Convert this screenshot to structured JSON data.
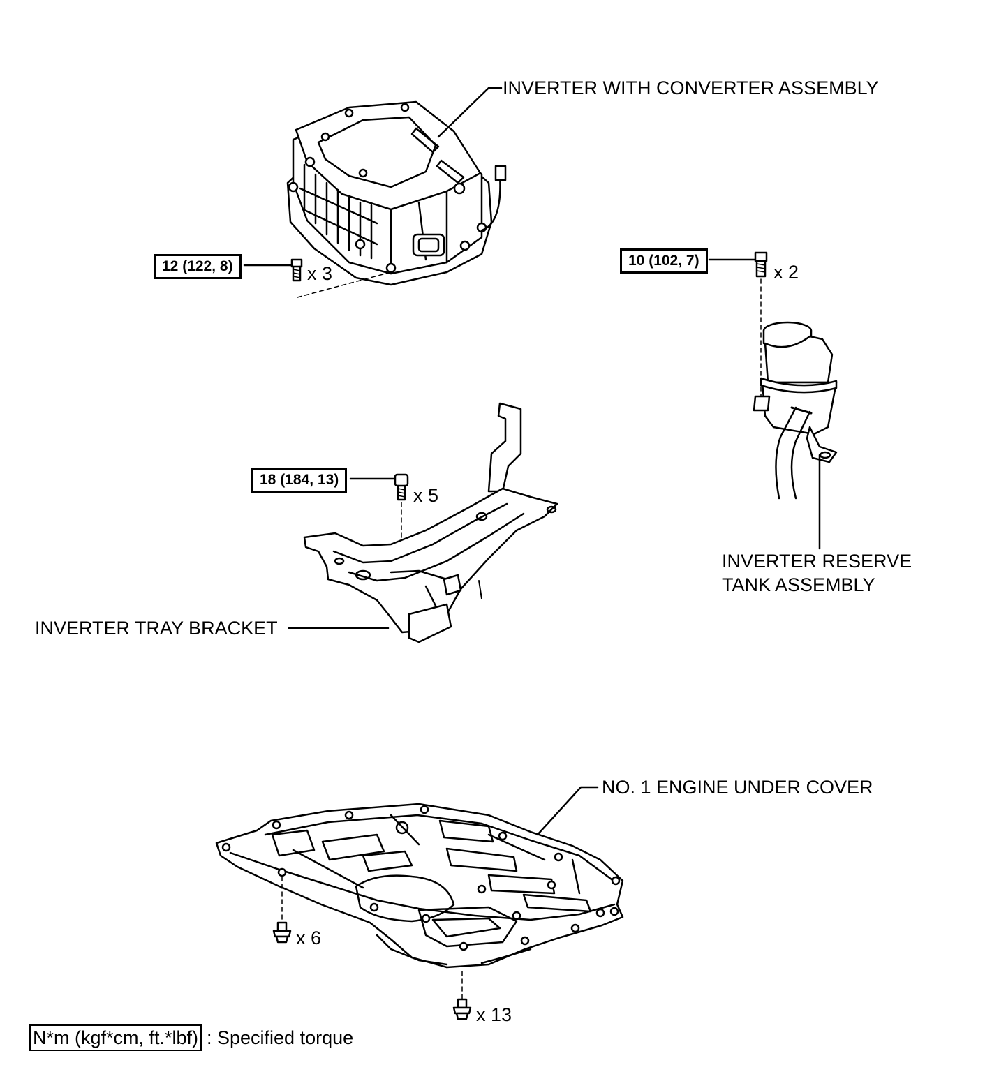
{
  "parts": {
    "inverter_assembly": "INVERTER WITH CONVERTER ASSEMBLY",
    "reserve_tank_line1": "INVERTER RESERVE",
    "reserve_tank_line2": "TANK ASSEMBLY",
    "tray_bracket": "INVERTER TRAY BRACKET",
    "under_cover": "NO. 1 ENGINE UNDER COVER"
  },
  "torques": {
    "inverter_bolts": "12 (122, 8)",
    "tank_bolts": "10 (102, 7)",
    "bracket_bolts": "18 (184, 13)"
  },
  "quantities": {
    "inverter_bolts": "x 3",
    "tank_bolts": "x 2",
    "bracket_bolts": "x 5",
    "cover_left": "x 6",
    "cover_bottom": "x 13"
  },
  "legend": {
    "unit_box": "N*m (kgf*cm, ft.*lbf)",
    "description": ": Specified torque"
  }
}
